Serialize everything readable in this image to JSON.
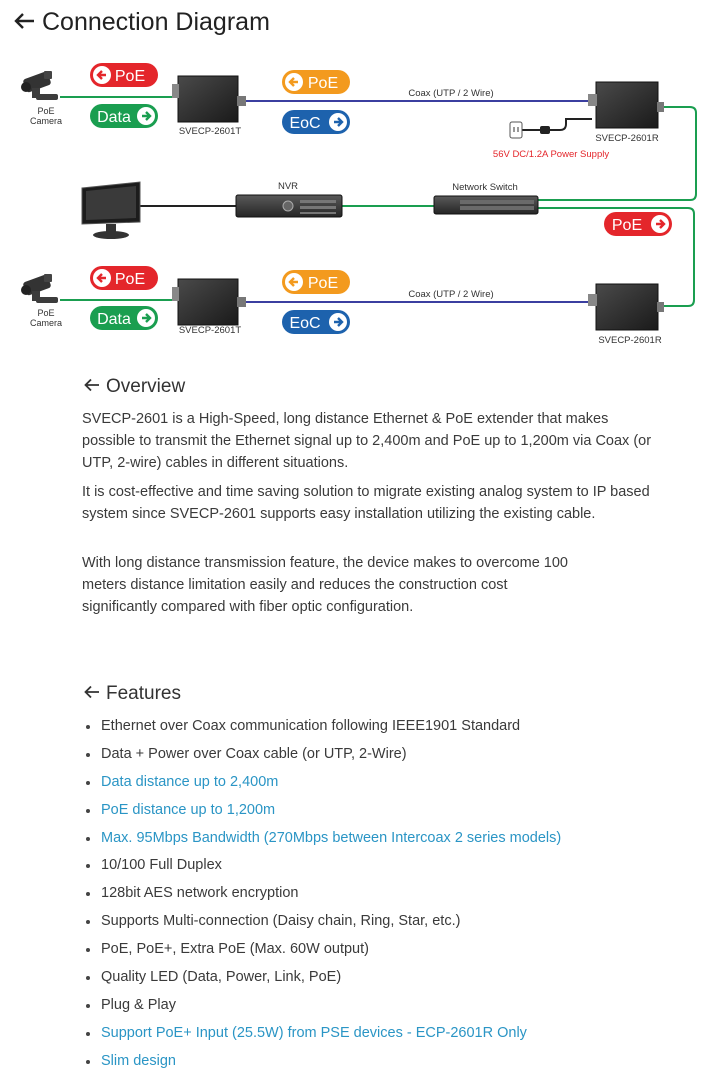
{
  "page_title": "Connection Diagram",
  "diagram": {
    "badge_poe": "PoE",
    "badge_data": "Data",
    "badge_eoc": "EoC",
    "camera_label_line1": "PoE",
    "camera_label_line2": "Camera",
    "transmitter_label": "SVECP-2601T",
    "receiver_label": "SVECP-2601R",
    "coax_label": "Coax (UTP / 2 Wire)",
    "power_supply_label": "56V DC/1.2A Power Supply",
    "nvr_label": "NVR",
    "switch_label": "Network Switch"
  },
  "colors": {
    "red": "#e4262b",
    "green": "#1a9e50",
    "orange": "#f39a1e",
    "blue": "#1d62ad",
    "coax_line": "#3b3fa0",
    "feature_highlight": "#2a95c5"
  },
  "overview": {
    "title": "Overview",
    "paragraphs": [
      "SVECP-2601 is a High-Speed, long distance Ethernet & PoE extender that makes possible to transmit the Ethernet signal up to 2,400m and PoE up to 1,200m via Coax (or UTP, 2-wire) cables in different situations.",
      "It is cost-effective and time saving solution to migrate existing analog system to IP based system since SVECP-2601 supports easy installation utilizing the existing cable.",
      "With long distance transmission feature, the device makes to overcome 100 meters distance limitation easily and reduces the construction cost significantly compared with fiber optic configuration."
    ]
  },
  "features": {
    "title": "Features",
    "items": [
      {
        "text": "Ethernet over Coax communication following IEEE1901 Standard",
        "highlight": false
      },
      {
        "text": "Data + Power over Coax cable (or UTP, 2-Wire)",
        "highlight": false
      },
      {
        "text": "Data distance up to 2,400m",
        "highlight": true
      },
      {
        "text": "PoE distance up to 1,200m",
        "highlight": true
      },
      {
        "text": "Max. 95Mbps Bandwidth (270Mbps between Intercoax 2 series models)",
        "highlight": true
      },
      {
        "text": "10/100 Full Duplex",
        "highlight": false
      },
      {
        "text": "128bit AES network encryption",
        "highlight": false
      },
      {
        "text": "Supports Multi-connection (Daisy chain, Ring, Star, etc.)",
        "highlight": false
      },
      {
        "text": "PoE, PoE+, Extra PoE (Max. 60W output)",
        "highlight": false
      },
      {
        "text": "Quality LED (Data, Power, Link, PoE)",
        "highlight": false
      },
      {
        "text": "Plug & Play",
        "highlight": false
      },
      {
        "text": "Support PoE+ Input (25.5W) from PSE devices - ECP-2601R Only",
        "highlight": true
      },
      {
        "text": "Slim design",
        "highlight": true
      }
    ]
  }
}
